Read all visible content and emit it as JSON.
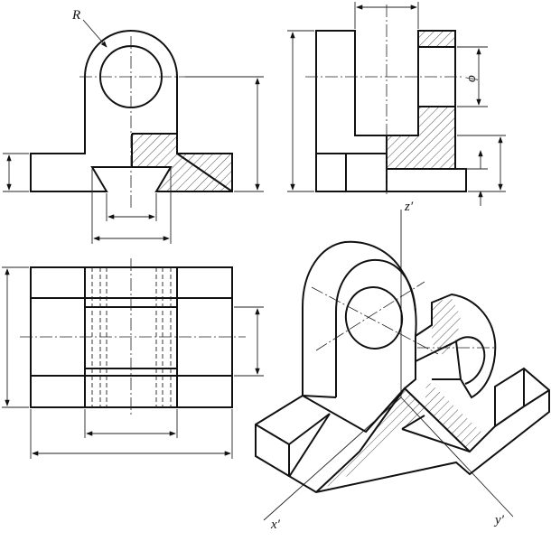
{
  "labels": {
    "radius": "R",
    "diameter": "ϕ",
    "axis_z": "z′",
    "axis_x": "x′",
    "axis_y": "y′"
  },
  "colors": {
    "line": "#111111",
    "background": "#ffffff"
  }
}
